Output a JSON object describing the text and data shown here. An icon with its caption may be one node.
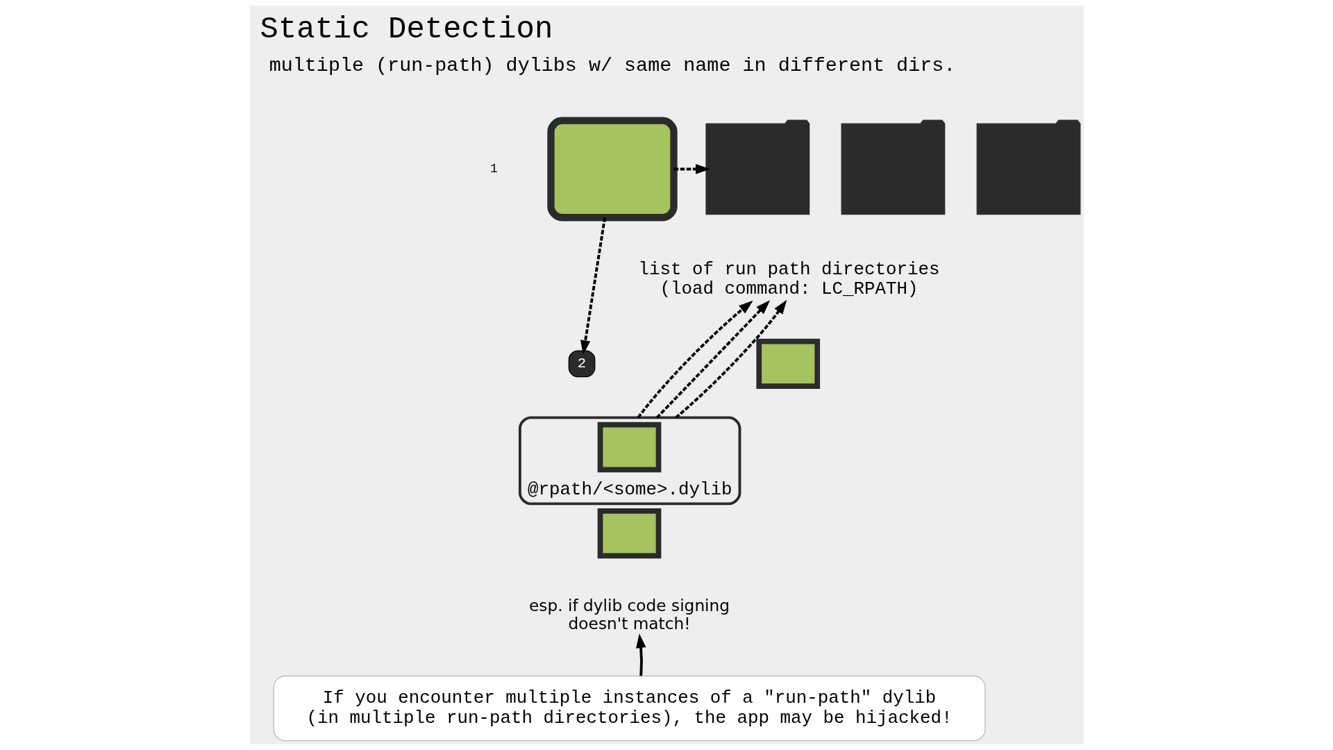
{
  "diagram": {
    "title": "Static Detection",
    "nodes": [
      {
        "text": [],
        "shape": "box"
      },
      {
        "text": [],
        "shape": "folder"
      },
      {
        "text": [],
        "shape": "folder"
      },
      {
        "text": [],
        "shape": "folder"
      },
      {
        "text": [
          "list of run path directories (load command: LC_RPATH)"
        ]
      },
      {
        "text": [
          "2"
        ]
      },
      {
        "text": [],
        "shape": "box"
      },
      {
        "text": [
          "@rpath/<some>.dylib"
        ]
      },
      {
        "text": [],
        "shape": "box",
        "in": 7
      },
      {
        "text": [],
        "shape": "box"
      },
      {
        "text": [
          "If you encounter multiple instances of a \"run-path\" dylib (in multiple run-path directories), the app may be hijacked!"
        ]
      },
      {
        "text": [
          "esp. if dylib code signing doesn't match!"
        ]
      }
    ],
    "edges": [
      {
        "from": 0,
        "to": 1,
        "arrow": "to",
        "style": "dashed"
      },
      {
        "from": 0,
        "to": 5,
        "arrow": "to",
        "style": "dashed"
      },
      {
        "from": 7,
        "to": 4,
        "arrow": "to",
        "style": "dashed"
      },
      {
        "from": 7,
        "to": 4,
        "arrow": "to",
        "style": "dashed"
      },
      {
        "from": 7,
        "to": 4,
        "arrow": "to",
        "style": "dashed"
      },
      {
        "from": 10,
        "to": 11,
        "arrow": "to"
      }
    ],
    "labels": [
      "multiple (run-path) dylibs w/ same name in different dirs.",
      "1"
    ]
  }
}
